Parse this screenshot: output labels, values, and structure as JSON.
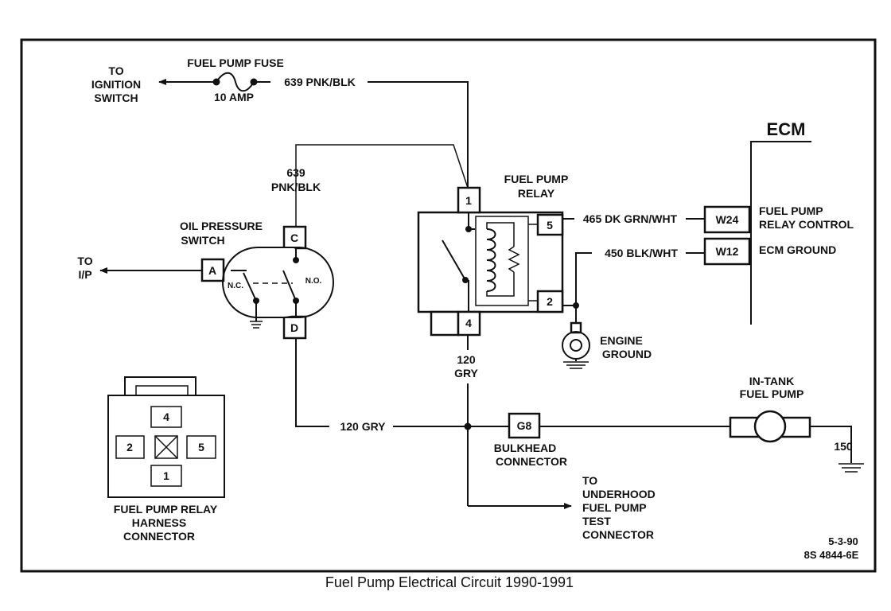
{
  "caption": "Fuel Pump Electrical Circuit 1990-1991",
  "revision": {
    "date": "5-3-90",
    "code": "8S 4844-6E"
  },
  "ignition": {
    "line1": "TO",
    "line2": "IGNITION",
    "line3": "SWITCH"
  },
  "fuse": {
    "name": "FUEL PUMP FUSE",
    "rating": "10 AMP",
    "wire": "639 PNK/BLK"
  },
  "oil_wire": {
    "line1": "639",
    "line2": "PNK/BLK"
  },
  "oil_switch": {
    "name_line1": "OIL PRESSURE",
    "name_line2": "SWITCH",
    "pins": {
      "a": "A",
      "c": "C",
      "d": "D"
    },
    "nc": "N.C.",
    "no": "N.O."
  },
  "to_ip": {
    "line1": "TO",
    "line2": "I/P"
  },
  "relay": {
    "name_line1": "FUEL PUMP",
    "name_line2": "RELAY",
    "pins": {
      "p1": "1",
      "p2": "2",
      "p4": "4",
      "p5": "5"
    }
  },
  "relay_out_wire": {
    "line1": "120",
    "line2": "GRY"
  },
  "wire_465": "465 DK GRN/WHT",
  "wire_450": "450 BLK/WHT",
  "ecm": {
    "title": "ECM",
    "w24": "W24",
    "w12": "W12",
    "control_line1": "FUEL PUMP",
    "control_line2": "RELAY CONTROL",
    "ground": "ECM GROUND"
  },
  "engine_ground": {
    "line1": "ENGINE",
    "line2": "GROUND"
  },
  "harness": {
    "pins": {
      "p4": "4",
      "p2": "2",
      "p5": "5",
      "p1": "1"
    },
    "line1": "FUEL PUMP RELAY",
    "line2": "HARNESS",
    "line3": "CONNECTOR"
  },
  "gry_wire": "120 GRY",
  "bulkhead": {
    "pin": "G8",
    "line1": "BULKHEAD",
    "line2": "CONNECTOR"
  },
  "underhood": {
    "line1": "TO",
    "line2": "UNDERHOOD",
    "line3": "FUEL PUMP",
    "line4": "TEST",
    "line5": "CONNECTOR"
  },
  "pump": {
    "line1": "IN-TANK",
    "line2": "FUEL PUMP"
  },
  "pump_ground": "150"
}
